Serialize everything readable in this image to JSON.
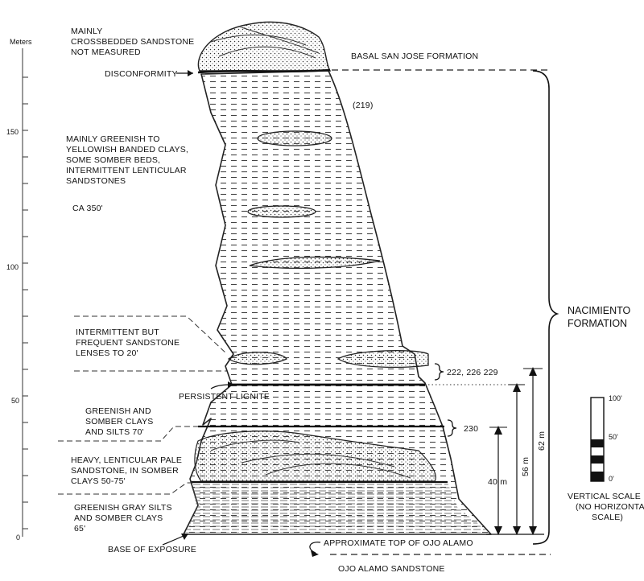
{
  "axis": {
    "title": "Meters",
    "ticks": [
      "150",
      "100",
      "50",
      "0"
    ]
  },
  "formations": {
    "top": "BASAL SAN JOSE FORMATION",
    "middle": [
      "NACIMIENTO",
      "FORMATION"
    ],
    "bottom": "OJO ALAMO SANDSTONE"
  },
  "labels": {
    "top_unit": [
      "MAINLY",
      "CROSSBEDDED SANDSTONE",
      "NOT MEASURED"
    ],
    "disconformity": "DISCONFORMITY",
    "clays_unit": [
      "MAINLY GREENISH TO",
      "YELLOWISH BANDED CLAYS,",
      "SOME SOMBER BEDS,",
      "INTERMITTENT LENTICULAR",
      "SANDSTONES"
    ],
    "ca": "CA 350'",
    "intermittent": [
      "INTERMITTENT BUT",
      "FREQUENT SANDSTONE",
      "LENSES TO 20'"
    ],
    "lignite": "PERSISTENT LIGNITE",
    "greenish_somber": [
      "GREENISH AND",
      "SOMBER CLAYS",
      "AND SILTS 70'"
    ],
    "heavy": [
      "HEAVY, LENTICULAR PALE",
      "SANDSTONE, IN SOMBER",
      "CLAYS 50-75'"
    ],
    "greenish_gray": [
      "GREENISH GRAY SILTS",
      "AND SOMBER CLAYS",
      "65'"
    ],
    "base": "BASE OF EXPOSURE",
    "ojo_top": "APPROXIMATE TOP OF OJO ALAMO"
  },
  "localities": {
    "l219": "(219)",
    "l222": "222, 226 229",
    "l230": "230"
  },
  "measurements": {
    "m40": "40 m",
    "m56": "56 m",
    "m62": "62 m"
  },
  "scale_bar": {
    "ticks": [
      "100'",
      "50'",
      "0'"
    ],
    "caption": [
      "VERTICAL SCALE",
      "(NO HORIZONTAL",
      "SCALE)"
    ]
  }
}
